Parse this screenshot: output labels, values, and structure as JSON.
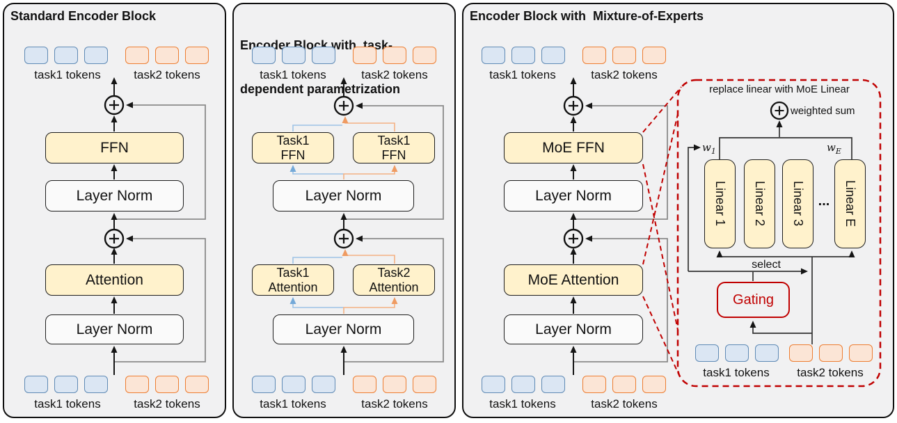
{
  "colors": {
    "panel_bg": "#f1f1f2",
    "block_yellow": "#fff2cc",
    "token_blue_fill": "#dbe6f3",
    "token_blue_border": "#5f8ab5",
    "token_orange_fill": "#fbe5d6",
    "token_orange_border": "#ed7d31",
    "connector_blue": "#9dc3e6",
    "connector_orange": "#f4b183",
    "residual_gray": "#8a8a8a",
    "moe_red": "#c00000"
  },
  "tokens": {
    "count": 3,
    "task1_label": "task1 tokens",
    "task2_label": "task2 tokens"
  },
  "panel1": {
    "title": "Standard Encoder Block",
    "ffn": "FFN",
    "layer_norm_top": "Layer Norm",
    "attention": "Attention",
    "layer_norm_bottom": "Layer Norm"
  },
  "panel2": {
    "title_line1": "Encoder Block with  task-",
    "title_line2": "dependent parametrization",
    "ffn_left_line1": "Task1",
    "ffn_left_line2": "FFN",
    "ffn_right_line1": "Task1",
    "ffn_right_line2": "FFN",
    "layer_norm_top": "Layer Norm",
    "attn_left_line1": "Task1",
    "attn_left_line2": "Attention",
    "attn_right_line1": "Task2",
    "attn_right_line2": "Attention",
    "layer_norm_bottom": "Layer Norm"
  },
  "panel3": {
    "title": "Encoder Block with  Mixture-of-Experts",
    "moe_ffn": "MoE FFN",
    "layer_norm_top": "Layer Norm",
    "moe_attention": "MoE Attention",
    "layer_norm_bottom": "Layer Norm",
    "detail": {
      "caption": "replace linear with MoE Linear",
      "weighted_sum": "weighted sum",
      "w1_base": "w",
      "w1_sub": "1",
      "wE_base": "w",
      "wE_sub": "E",
      "linear1": "Linear 1",
      "linear2": "Linear 2",
      "linear3": "Linear 3",
      "ellipsis": "...",
      "linearE": "Linear E",
      "select": "select",
      "gating": "Gating"
    }
  }
}
